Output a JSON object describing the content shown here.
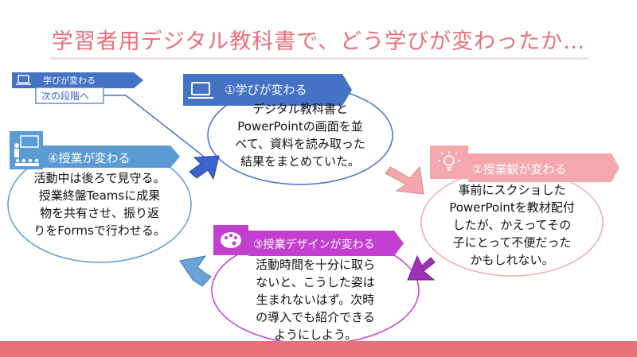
{
  "title": "学習者用デジタル教科書で、どう学びが変わったか…",
  "note": {
    "label": "学びが変わる",
    "next": "次の段階へ"
  },
  "steps": [
    {
      "label": "①学びが変わる",
      "text": "デジタル教科書と\nPowerPointの画面を並\nべて、資料を読み取った\n結果をまとめていた。",
      "icon": "laptop-icon",
      "color": "#4472c4"
    },
    {
      "label": "②授業観が変わる",
      "text": "事前にスクショした\nPowerPointを教材配付\nしたが、かえってその\n子にとって不便だった\nかもしれない。",
      "icon": "lightbulb-icon",
      "color": "#f4a7ad"
    },
    {
      "label": "③授業デザインが変わる",
      "text": "活動時間を十分に取ら\nないと、こうした姿は\n生まれないはず。次時\nの導入でも紹介できる\nようにしよう。",
      "icon": "palette-icon",
      "color": "#c23fd0"
    },
    {
      "label": "④授業が変わる",
      "text": "活動中は後ろで見守る。\n授業終盤Teamsに成果\n物を共有させ、振り返\nりをFormsで行わせる。",
      "icon": "teacher-board-icon",
      "color": "#5b9bd5"
    }
  ]
}
